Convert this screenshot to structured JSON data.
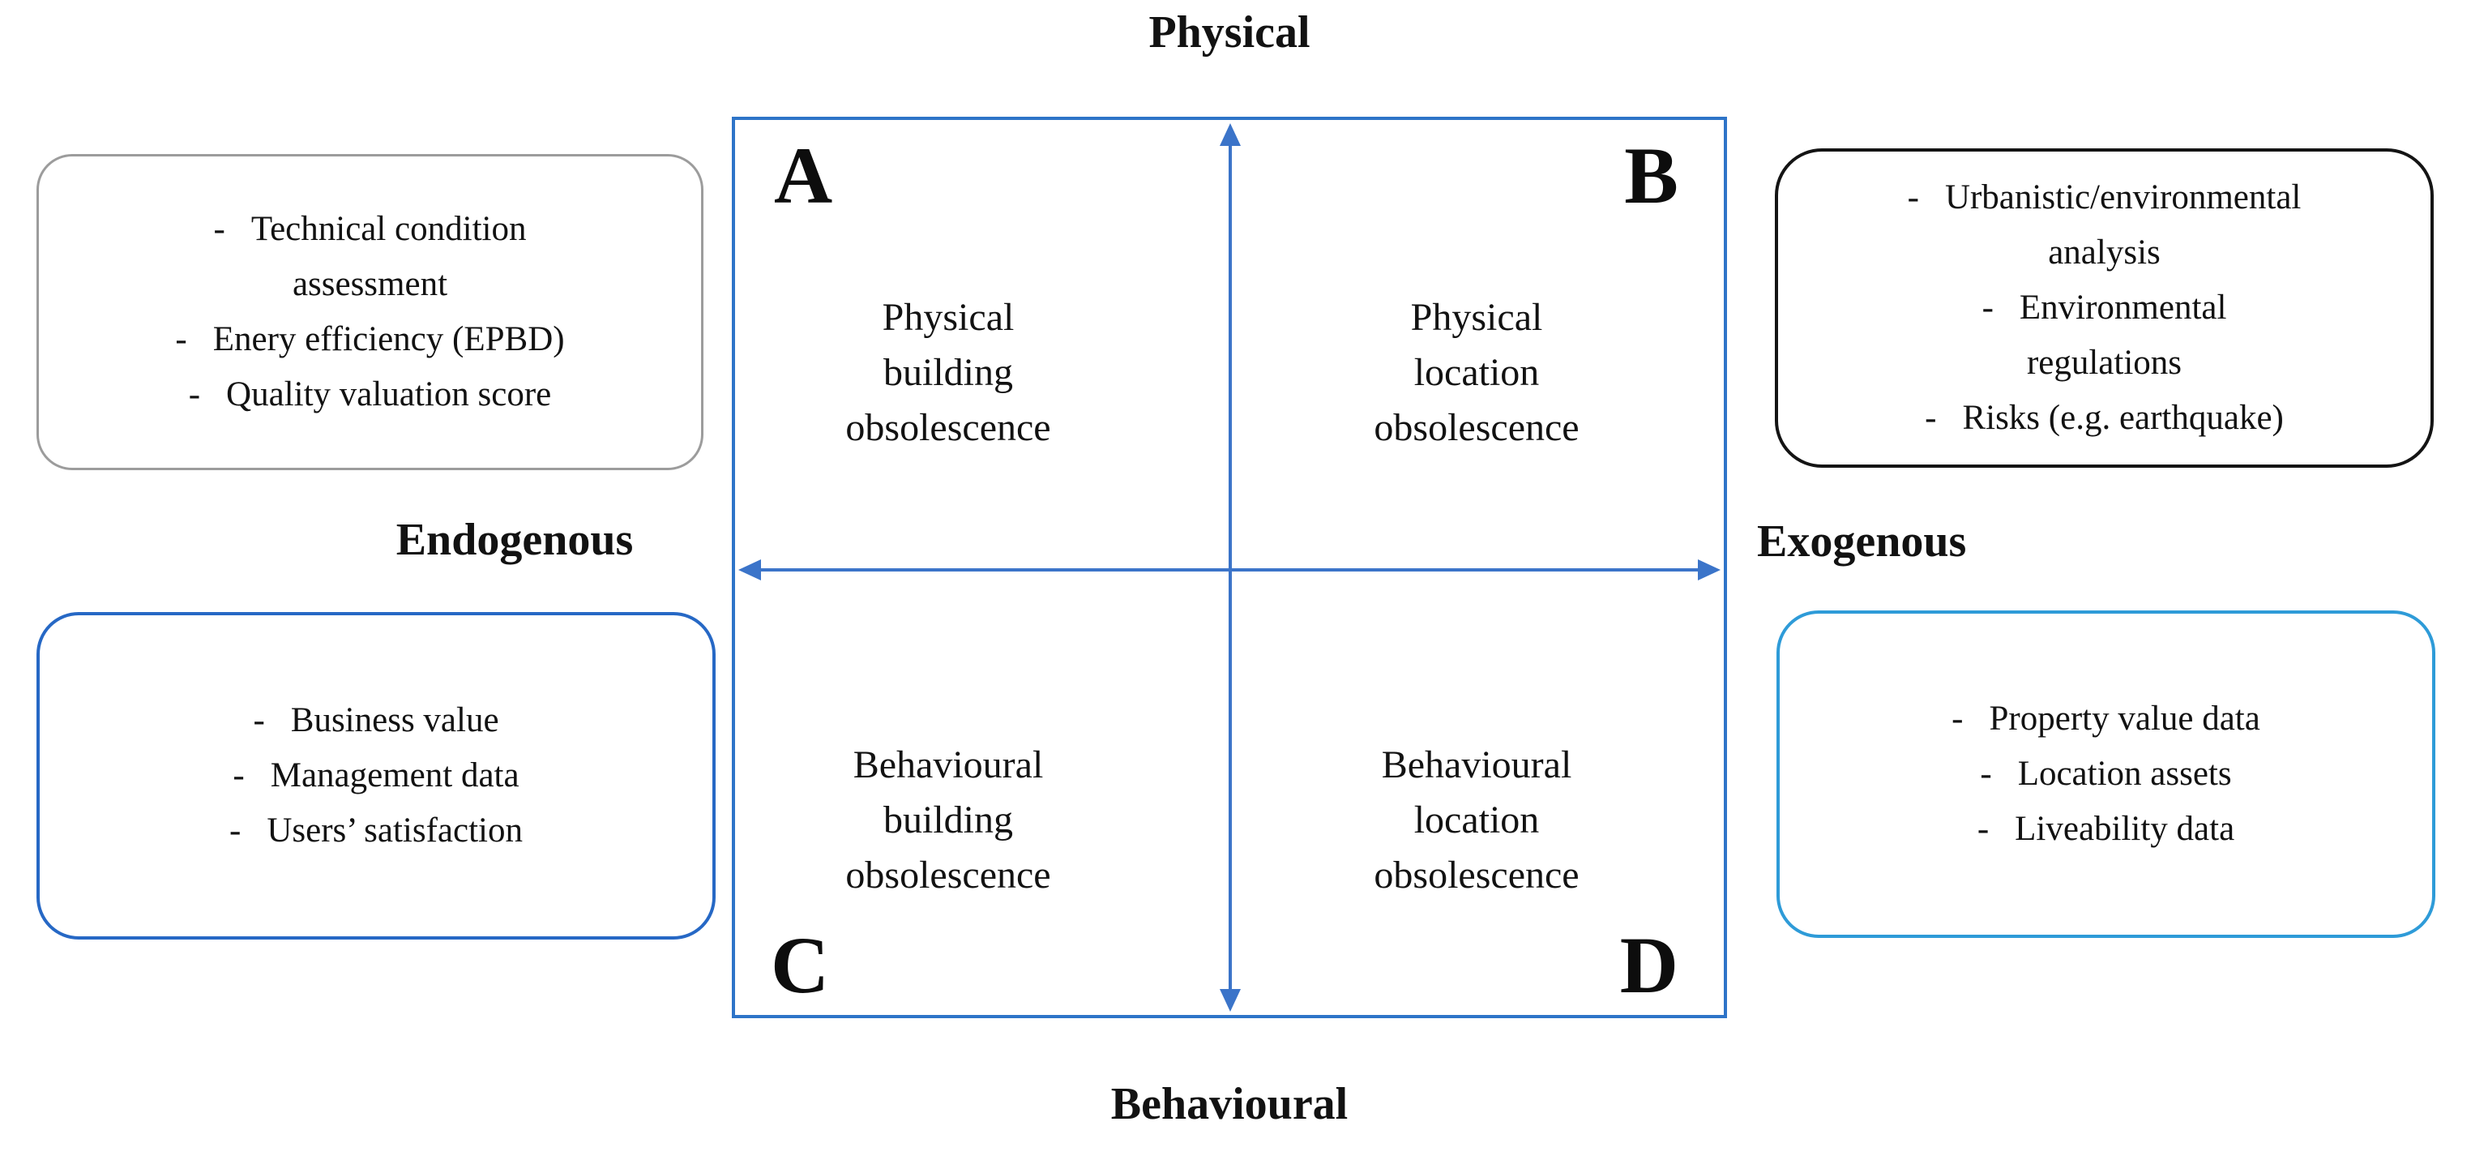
{
  "bullet": "-",
  "colors": {
    "matrix_border": "#2E74C8",
    "axis_arrows": "#3B74C9",
    "box_top_left_border": "#9C9C9C",
    "box_top_right_border": "#141414",
    "box_bottom_left_border": "#2668C5",
    "box_bottom_right_border": "#2E9BD8",
    "text": "#121212",
    "background": "#FFFFFF"
  },
  "axes": {
    "top": "Physical",
    "bottom": "Behavioural",
    "left": "Endogenous",
    "right": "Exogenous"
  },
  "quadrants": {
    "a": {
      "letter": "A",
      "label_lines": [
        "Physical",
        "building",
        "obsolescence"
      ]
    },
    "b": {
      "letter": "B",
      "label_lines": [
        "Physical",
        "location",
        "obsolescence"
      ]
    },
    "c": {
      "letter": "C",
      "label_lines": [
        "Behavioural",
        "building",
        "obsolescence"
      ]
    },
    "d": {
      "letter": "D",
      "label_lines": [
        "Behavioural",
        "location",
        "obsolescence"
      ]
    }
  },
  "boxes": {
    "top_left": {
      "items": [
        [
          "Technical condition",
          "assessment"
        ],
        [
          "Enery efficiency (EPBD)"
        ],
        [
          "Quality valuation score"
        ]
      ]
    },
    "top_right": {
      "items": [
        [
          "Urbanistic/environmental",
          "analysis"
        ],
        [
          "Environmental",
          "regulations"
        ],
        [
          "Risks (e.g. earthquake)"
        ]
      ]
    },
    "bottom_left": {
      "items": [
        [
          "Business value"
        ],
        [
          "Management data"
        ],
        [
          "Users’ satisfaction"
        ]
      ]
    },
    "bottom_right": {
      "items": [
        [
          "Property value data"
        ],
        [
          "Location assets"
        ],
        [
          "Liveability data"
        ]
      ]
    }
  }
}
